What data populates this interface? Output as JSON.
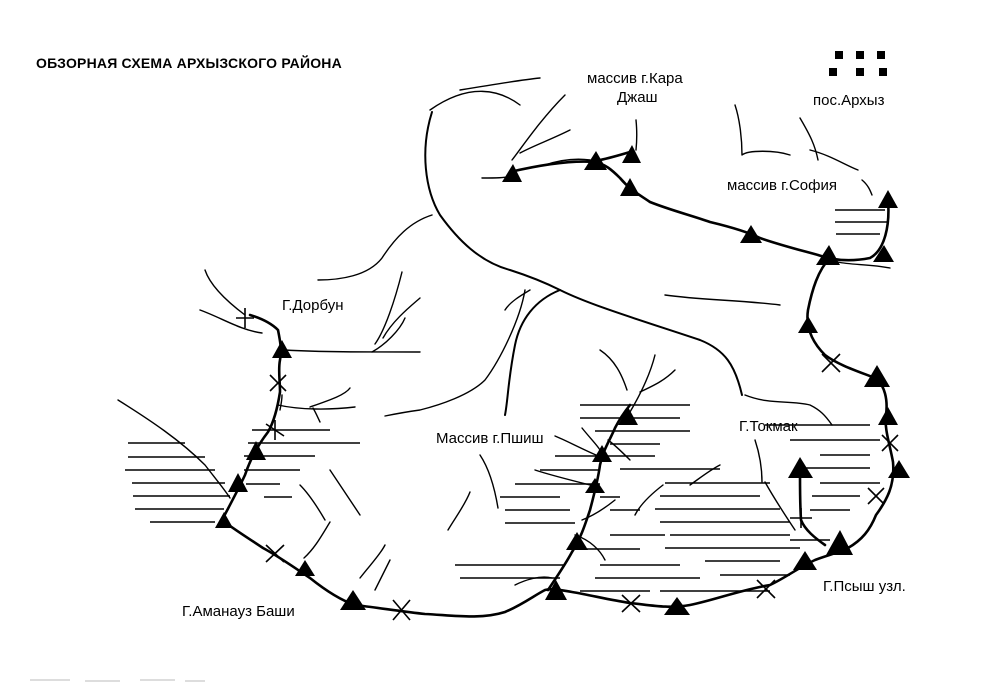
{
  "title": "ОБЗОРНАЯ СХЕМА АРХЫЗСКОГО РАЙОНА",
  "labels": {
    "kara_dzhash_line1": "массив г.Кара",
    "kara_dzhash_line2": "Джаш",
    "arkhyz": "пос.Архыз",
    "sofia": "массив г.София",
    "dorbun": "Г.Дорбун",
    "pshish": "Массив г.Пшиш",
    "tokmak": "Г.Токмак",
    "psysh": "Г.Псыш узл.",
    "amanauz": "Г.Аманауз Баши"
  },
  "legend": {
    "peak_symbol": "filled-triangle",
    "pass_symbol": "cross",
    "glacier_symbol": "horizontal-hatching",
    "settlement_symbol": "black-squares"
  },
  "colors": {
    "ink": "#000000",
    "paper": "#ffffff"
  }
}
